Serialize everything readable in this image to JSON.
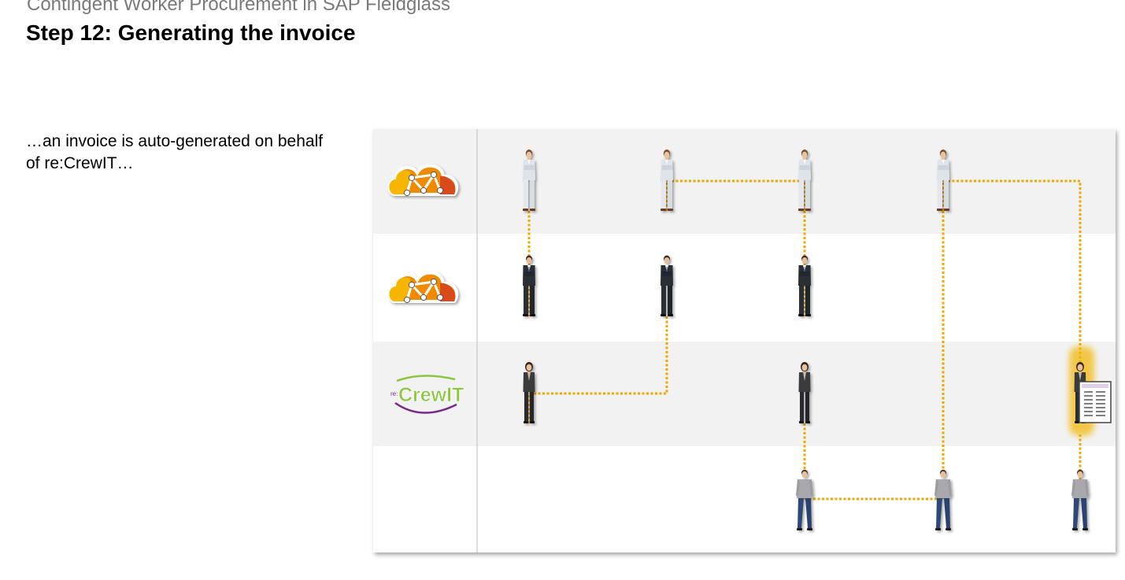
{
  "header": {
    "supertitle": "Contingent Worker Procurement in SAP Fieldglass",
    "title": "Step 12: Generating the invoice"
  },
  "description": "…an invoice is auto-generated on behalf of re:CrewIT…",
  "colors": {
    "connector": "#f0a800",
    "lane_shaded": "#f2f2f2",
    "highlight_glow": "#f2b600",
    "cloud_orange": "#f08a00",
    "cloud_yellow": "#f7b500",
    "cloud_red": "#d94a1a",
    "crewit_green": "#8cc63f",
    "crewit_purple": "#7a2a8a"
  },
  "lanes": [
    {
      "logo": "fieldglass-cloud-logo",
      "figure": "female-manager-light-suit",
      "shaded": true
    },
    {
      "logo": "fieldglass-cloud-logo",
      "figure": "male-manager-dark-suit",
      "shaded": false
    },
    {
      "logo": "crewit-logo",
      "figure": "female-supplier-dark-blazer",
      "shaded": true
    },
    {
      "logo": "none",
      "figure": "male-worker-casual",
      "shaded": false
    }
  ],
  "crewit_logo": {
    "prefix": "re:",
    "text": "CrewIT"
  },
  "people": [
    {
      "lane": 1,
      "column": 1
    },
    {
      "lane": 1,
      "column": 2
    },
    {
      "lane": 1,
      "column": 3
    },
    {
      "lane": 1,
      "column": 4
    },
    {
      "lane": 2,
      "column": 1
    },
    {
      "lane": 2,
      "column": 2
    },
    {
      "lane": 2,
      "column": 3
    },
    {
      "lane": 3,
      "column": 1
    },
    {
      "lane": 3,
      "column": 3
    },
    {
      "lane": 3,
      "column": 5,
      "highlighted": true,
      "holds": "invoice-document-icon"
    },
    {
      "lane": 4,
      "column": 3
    },
    {
      "lane": 4,
      "column": 4
    },
    {
      "lane": 4,
      "column": 5
    }
  ]
}
